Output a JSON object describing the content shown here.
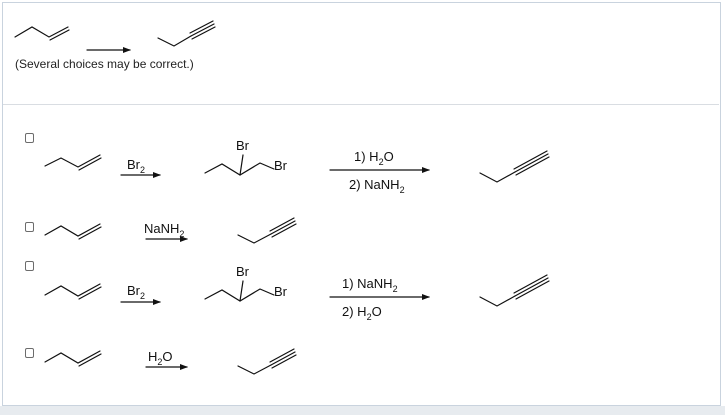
{
  "instruction": "(Several choices may be correct.)",
  "choices": [
    {
      "reagent": "Br",
      "reagent_sub": "2",
      "intermediate_br_top": "Br",
      "intermediate_br_right": "Br",
      "step1": "1) H",
      "step1_sub": "2",
      "step1_tail": "O",
      "step2": "2) NaNH",
      "step2_sub": "2",
      "checked": false
    },
    {
      "reagent": "NaNH",
      "reagent_sub": "2",
      "checked": false
    },
    {
      "reagent": "Br",
      "reagent_sub": "2",
      "intermediate_br_top": "Br",
      "intermediate_br_right": "Br",
      "step1": "1) NaNH",
      "step1_sub": "2",
      "step2": "2) H",
      "step2_sub": "2",
      "step2_tail": "O",
      "checked": false
    },
    {
      "reagent": "H",
      "reagent_sub": "2",
      "reagent_tail": "O",
      "checked": false
    }
  ]
}
